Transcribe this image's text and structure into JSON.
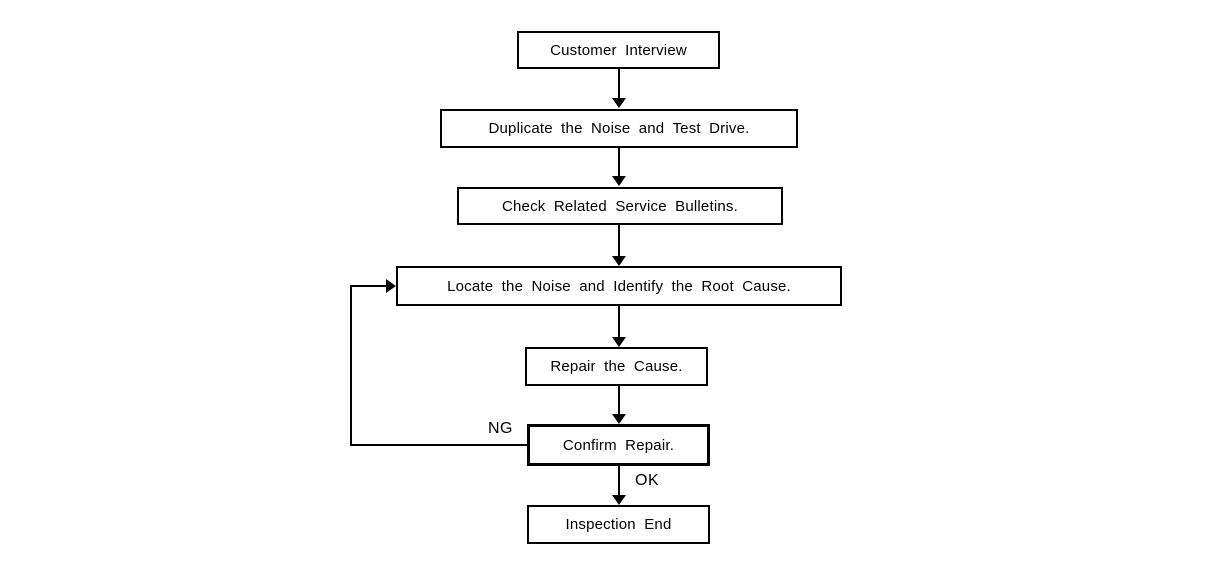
{
  "flowchart": {
    "nodes": [
      {
        "id": "customer-interview",
        "label": "Customer Interview"
      },
      {
        "id": "duplicate-noise-test-drive",
        "label": "Duplicate the Noise and Test Drive."
      },
      {
        "id": "check-service-bulletins",
        "label": "Check Related Service Bulletins."
      },
      {
        "id": "locate-noise-root-cause",
        "label": "Locate the Noise and Identify the Root Cause."
      },
      {
        "id": "repair-cause",
        "label": "Repair the Cause."
      },
      {
        "id": "confirm-repair",
        "label": "Confirm Repair."
      },
      {
        "id": "inspection-end",
        "label": "Inspection End"
      }
    ],
    "edges": [
      {
        "from": "customer-interview",
        "to": "duplicate-noise-test-drive",
        "label": ""
      },
      {
        "from": "duplicate-noise-test-drive",
        "to": "check-service-bulletins",
        "label": ""
      },
      {
        "from": "check-service-bulletins",
        "to": "locate-noise-root-cause",
        "label": ""
      },
      {
        "from": "locate-noise-root-cause",
        "to": "repair-cause",
        "label": ""
      },
      {
        "from": "repair-cause",
        "to": "confirm-repair",
        "label": ""
      },
      {
        "from": "confirm-repair",
        "to": "inspection-end",
        "label": "OK"
      },
      {
        "from": "confirm-repair",
        "to": "locate-noise-root-cause",
        "label": "NG"
      }
    ],
    "colors": {
      "line": "#000000",
      "box_border": "#000000",
      "text": "#000000",
      "background": "#ffffff"
    }
  }
}
